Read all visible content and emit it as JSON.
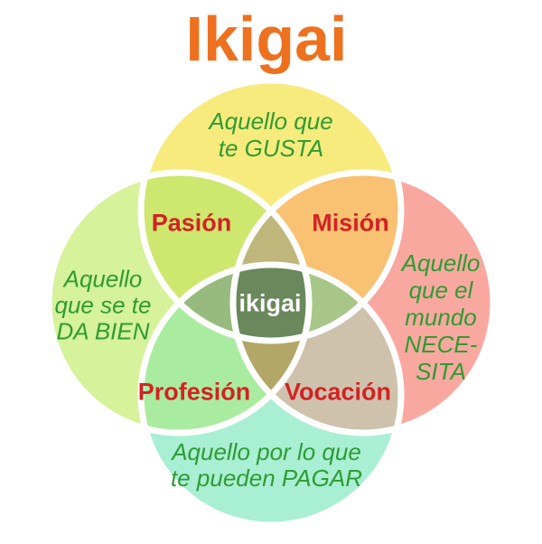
{
  "title": {
    "text": "Ikigai"
  },
  "colors": {
    "title": "#ED711F",
    "description_text": "#2E9C33",
    "label_text": "#D32222",
    "center_text": "#FFFFFF",
    "circle_top": "#F8EB7D",
    "circle_left": "#D6F29A",
    "circle_right": "#F9A8A0",
    "circle_bottom": "#A9EFD3",
    "overlap_pasion": "#CEE76F",
    "overlap_mision": "#F9C172",
    "overlap_profesion": "#A9ECA0",
    "overlap_vocacion": "#CEC2AD",
    "lens_top": "#BFB67B",
    "lens_bottom": "#B3A768",
    "lens_left": "#97BB7E",
    "lens_right": "#A9C689",
    "center_region": "#69885C"
  },
  "circles": {
    "top": {
      "lines": [
        "Aquello que",
        "te GUSTA"
      ]
    },
    "left": {
      "lines": [
        "Aquello",
        "que se te",
        "DA BIEN"
      ]
    },
    "right": {
      "lines": [
        "Aquello",
        "que el",
        "mundo",
        "NECE-",
        "SITA"
      ]
    },
    "bottom": {
      "lines": [
        "Aquello por lo que",
        "te pueden PAGAR"
      ]
    }
  },
  "overlaps": {
    "pasion": "Pasión",
    "mision": "Misión",
    "profesion": "Profesión",
    "vocacion": "Vocación"
  },
  "center": {
    "label": "ikigai"
  }
}
